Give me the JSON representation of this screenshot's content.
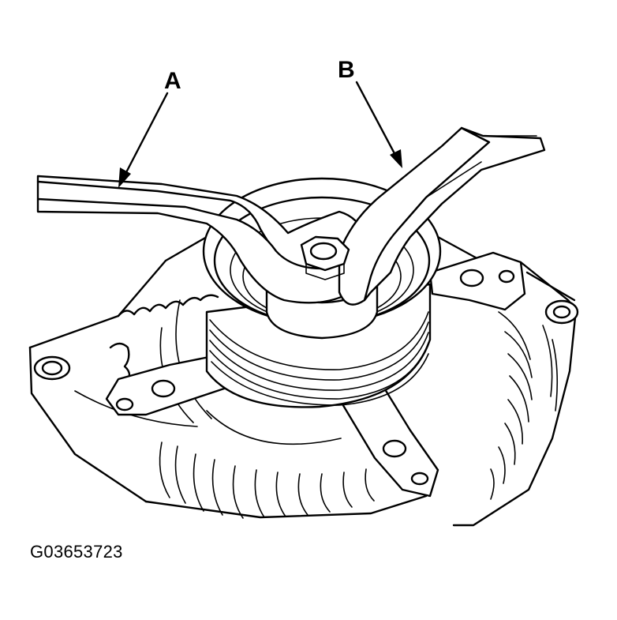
{
  "figure": {
    "callouts": [
      {
        "id": "A",
        "text": "A"
      },
      {
        "id": "B",
        "text": "B"
      }
    ],
    "code": "G03653723",
    "colors": {
      "ink": "#000000",
      "paper": "#ffffff"
    }
  }
}
